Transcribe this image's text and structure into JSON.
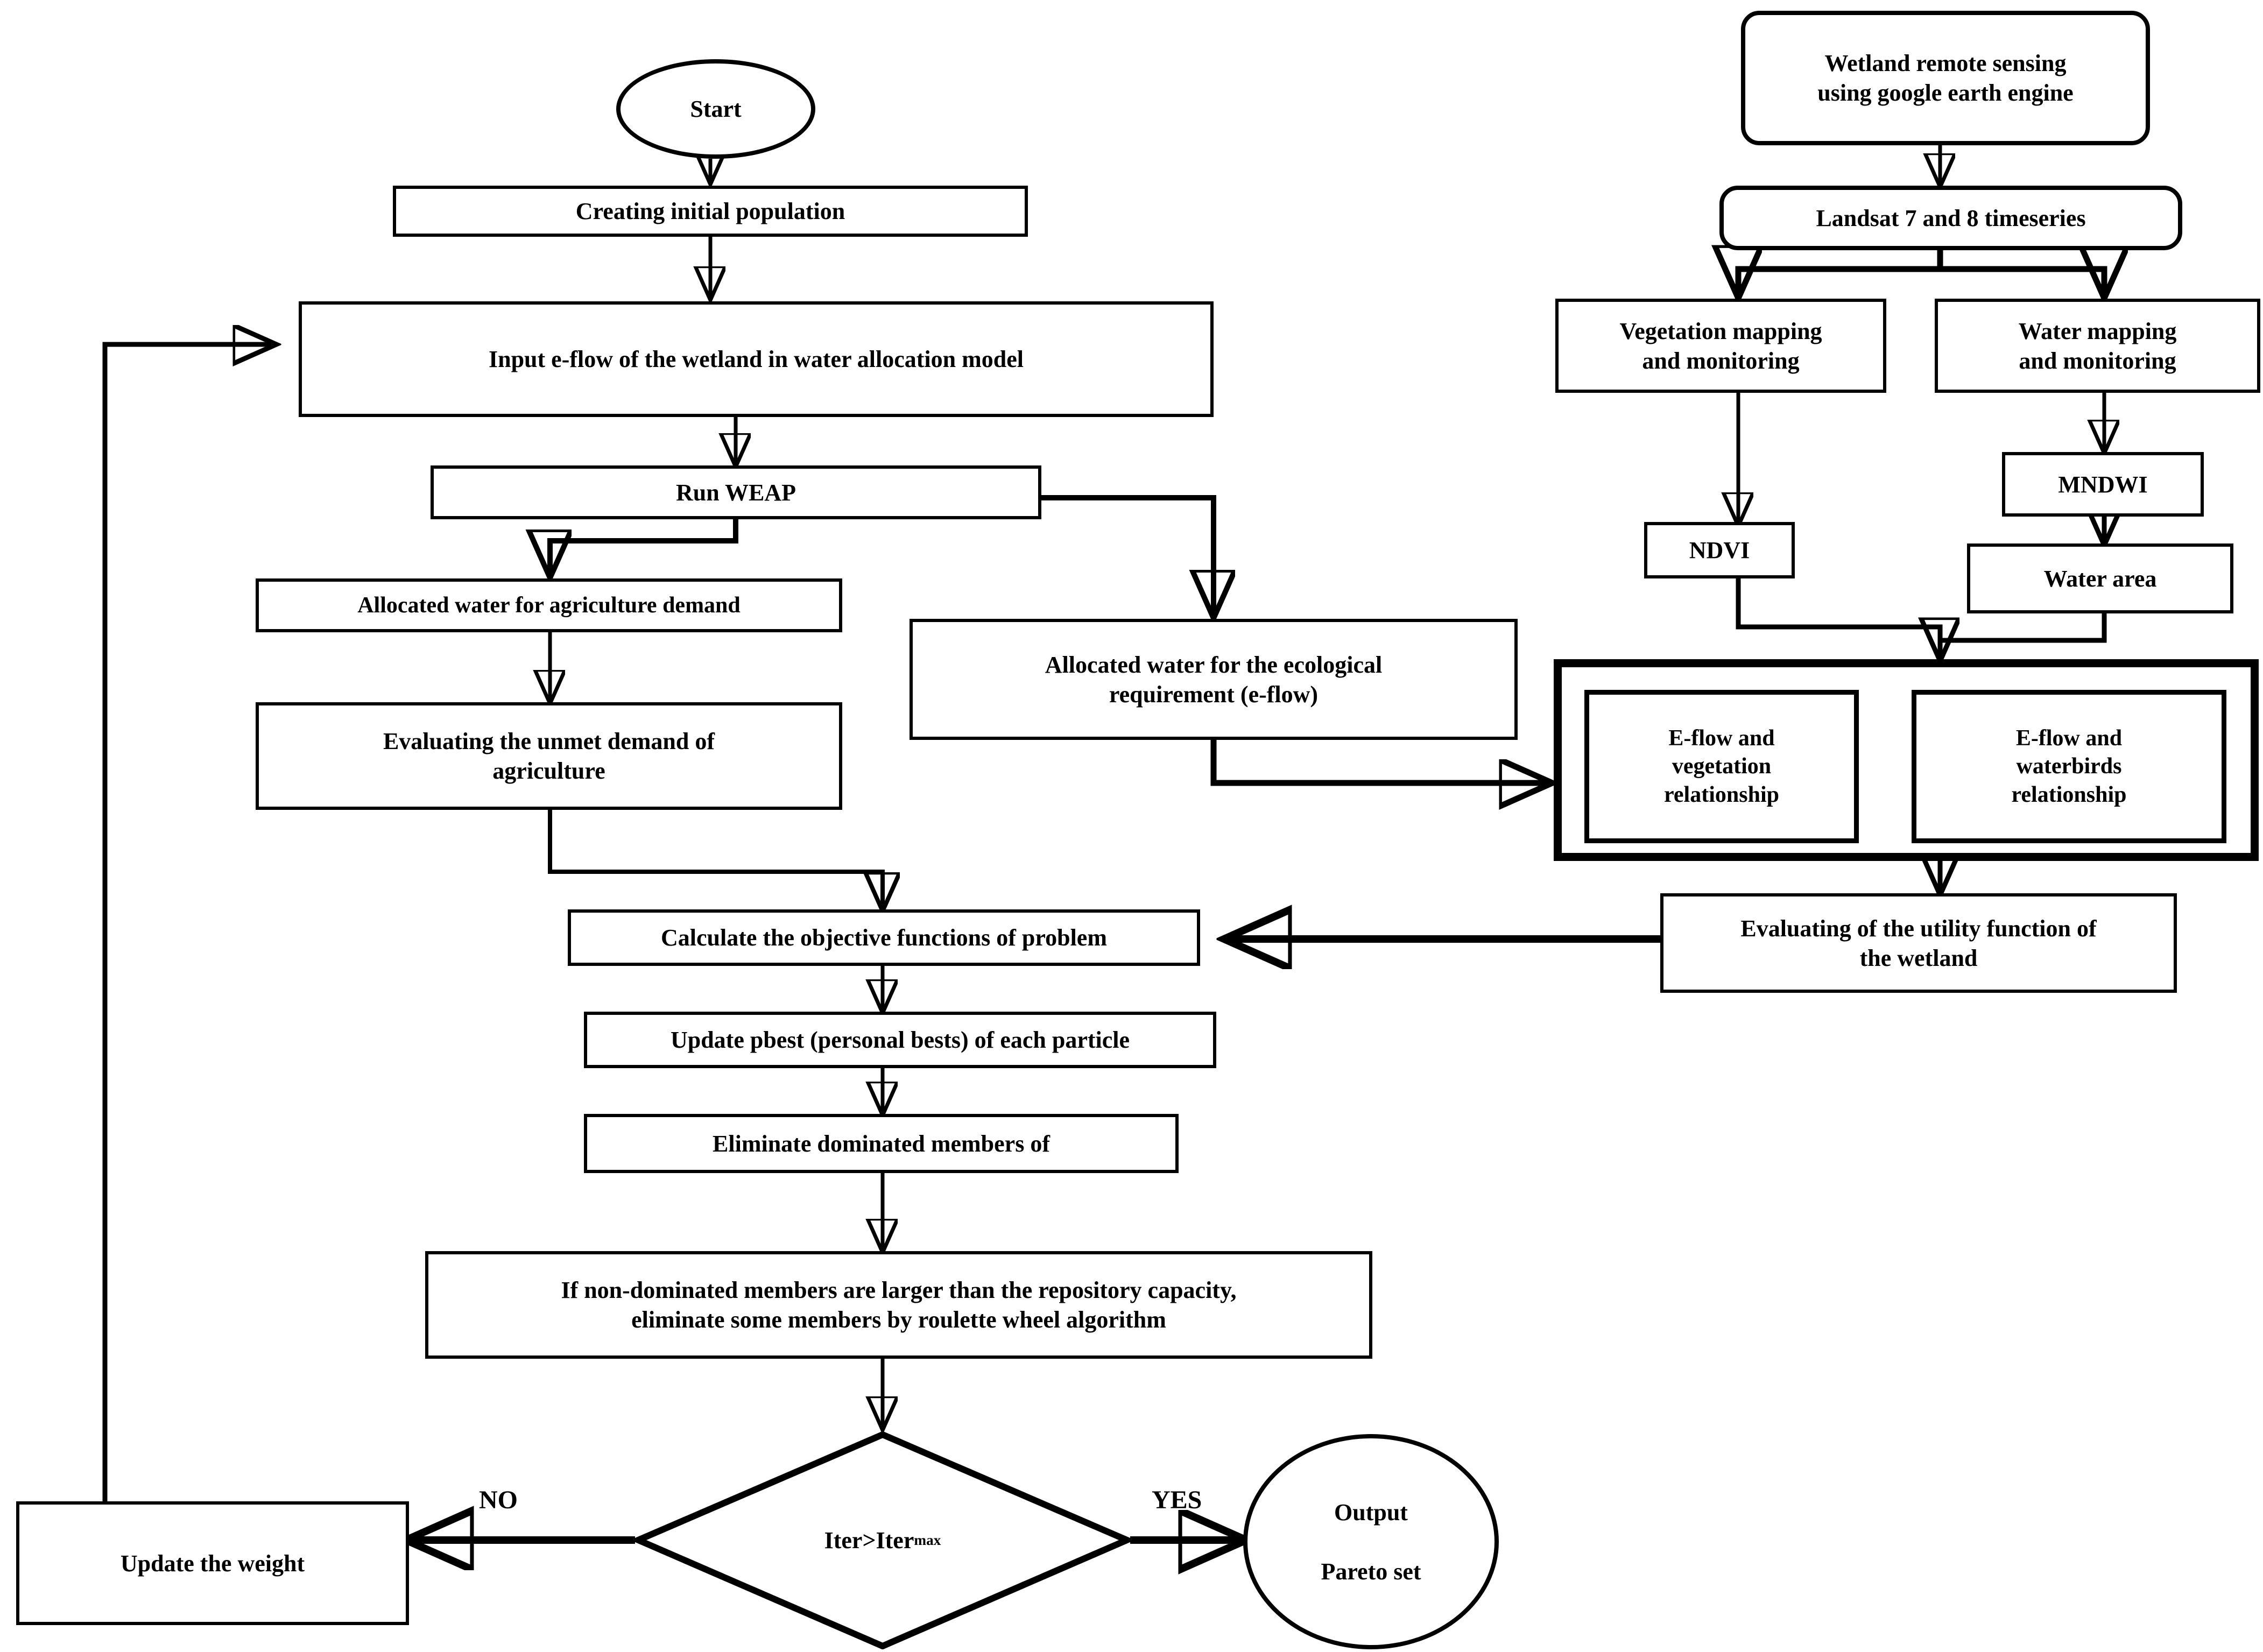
{
  "diagram": {
    "title": "Integrated wetland e-flow optimization and remote sensing workflow",
    "colors": {
      "stroke": "#000000",
      "fill": "#ffffff",
      "text": "#000000"
    },
    "left_branch": {
      "start": "Start",
      "creating_initial_population": "Creating initial population",
      "input_eflow": "Input e-flow of the wetland in water allocation model",
      "run_weap": "Run WEAP",
      "allocated_agriculture": "Allocated water for agriculture demand",
      "allocated_ecological": "Allocated water for the ecological\nrequirement (e-flow)",
      "evaluating_unmet": "Evaluating the unmet demand of\nagriculture",
      "calculate_objective": "Calculate the objective functions of problem",
      "update_pbest": "Update pbest (personal bests) of each particle",
      "eliminate_dominated": "Eliminate dominated members of",
      "repository_rule": "If non-dominated members are larger than the repository capacity,\neliminate some members by roulette wheel algorithm",
      "decision": {
        "text_main": "Iter>Iter",
        "text_sub": "max"
      },
      "update_weight": "Update the weight",
      "output": "Output\n\nPareto set",
      "branch_no": "NO",
      "branch_yes": "YES"
    },
    "right_branch": {
      "wetland_remote_sensing": "Wetland remote sensing\nusing google earth engine",
      "landsat": "Landsat 7 and 8 timeseries",
      "vegetation_mapping": "Vegetation mapping\nand monitoring",
      "water_mapping": "Water mapping\nand monitoring",
      "ndvi": "NDVI",
      "mndwi": "MNDWI",
      "water_area": "Water area",
      "eflow_vegetation": "E-flow and\nvegetation\nrelationship",
      "eflow_waterbirds": "E-flow and\nwaterbirds\nrelationship",
      "evaluating_utility": "Evaluating of the utility function of\nthe wetland"
    }
  }
}
